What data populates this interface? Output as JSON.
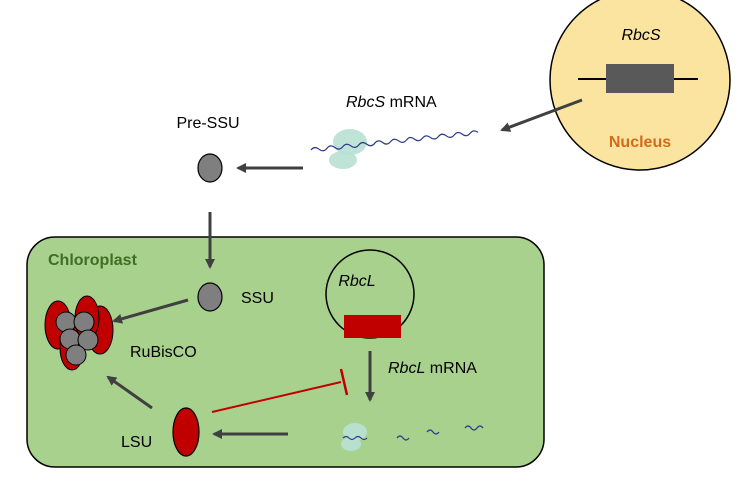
{
  "labels": {
    "rbcs_gene": "RbcS",
    "nucleus": "Nucleus",
    "rbcs_mrna_italic": "RbcS",
    "rbcs_mrna_suffix": " mRNA",
    "pre_ssu": "Pre-SSU",
    "chloroplast": "Chloroplast",
    "rbcl_gene": "RbcL",
    "ssu": "SSU",
    "rubisco": "RuBisCO",
    "rbcl_mrna_italic": "RbcL",
    "rbcl_mrna_suffix": " mRNA",
    "lsu": "LSU"
  },
  "colors": {
    "nucleus_fill": "#fbe3a0",
    "nucleus_label": "#d36b1c",
    "chloroplast_fill": "#a9d18e",
    "chloroplast_label": "#3f6e22",
    "gene_box": "#595959",
    "rbcl_red": "#c00000",
    "ssu_gray": "#7f7f7f",
    "arrow": "#404040",
    "inhibit": "#c00000",
    "mrna_wave": "#2e3a8c",
    "ribosome": "#b8e0d2"
  },
  "icons": {
    "ribosome": "ribosome-icon",
    "mrna": "mrna-strand-icon",
    "rubisco": "rubisco-complex-icon"
  }
}
